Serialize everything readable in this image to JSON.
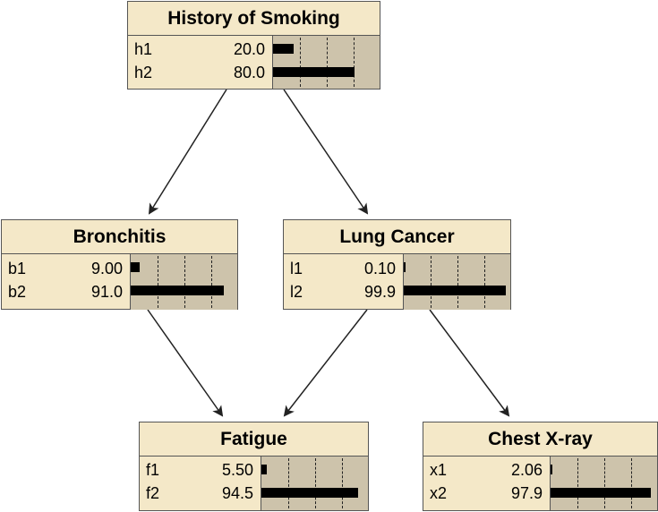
{
  "nodes": {
    "smoking": {
      "title": "History of Smoking",
      "states": [
        {
          "label": "h1",
          "value": "20.0",
          "percent": 20.0
        },
        {
          "label": "h2",
          "value": "80.0",
          "percent": 80.0
        }
      ]
    },
    "bronchitis": {
      "title": "Bronchitis",
      "states": [
        {
          "label": "b1",
          "value": "9.00",
          "percent": 9.0
        },
        {
          "label": "b2",
          "value": "91.0",
          "percent": 91.0
        }
      ]
    },
    "lung_cancer": {
      "title": "Lung Cancer",
      "states": [
        {
          "label": "l1",
          "value": "0.10",
          "percent": 0.1
        },
        {
          "label": "l2",
          "value": "99.9",
          "percent": 99.9
        }
      ]
    },
    "fatigue": {
      "title": "Fatigue",
      "states": [
        {
          "label": "f1",
          "value": "5.50",
          "percent": 5.5
        },
        {
          "label": "f2",
          "value": "94.5",
          "percent": 94.5
        }
      ]
    },
    "xray": {
      "title": "Chest X-ray",
      "states": [
        {
          "label": "x1",
          "value": "2.06",
          "percent": 2.06
        },
        {
          "label": "x2",
          "value": "97.9",
          "percent": 97.9
        }
      ]
    }
  },
  "colors": {
    "node_fill": "#f4e8c8",
    "bar_panel": "#cdc3ab",
    "bar": "#000000",
    "edge": "#222222"
  }
}
